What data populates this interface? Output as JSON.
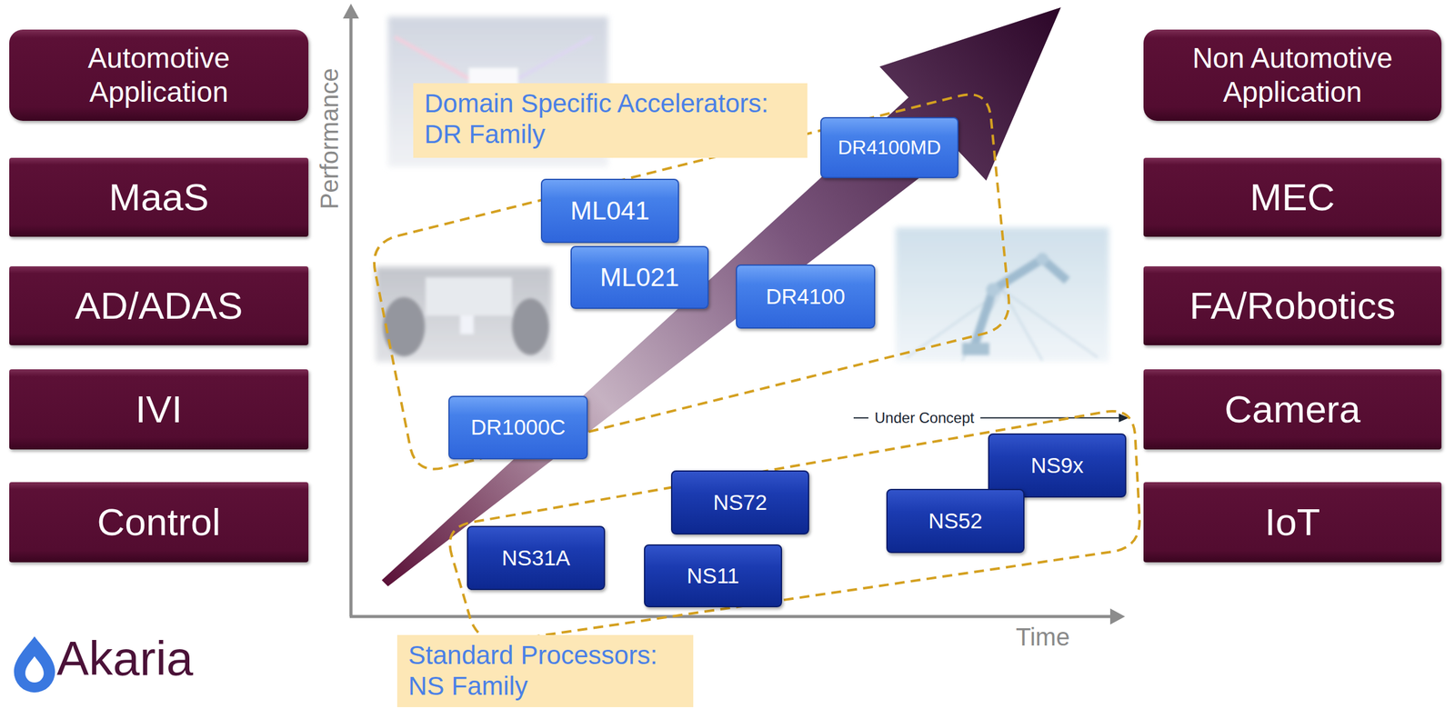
{
  "diagram": {
    "nodes": [
      {
        "text": [
          "Automotive Application"
        ]
      },
      {
        "text": [
          "MaaS"
        ]
      },
      {
        "text": [
          "AD/ADAS"
        ]
      },
      {
        "text": [
          "IVI"
        ]
      },
      {
        "text": [
          "Control"
        ]
      },
      {
        "text": [
          "Domain Specific Accelerators: DR Family"
        ]
      },
      {
        "text": [
          "DR4100MD"
        ],
        "in": 5
      },
      {
        "text": [
          "ML041"
        ],
        "in": 5
      },
      {
        "text": [
          "ML021"
        ],
        "in": 5
      },
      {
        "text": [
          "DR4100"
        ],
        "in": 5
      },
      {
        "text": [
          "DR1000C"
        ],
        "in": 5
      },
      {
        "text": [
          "Standard Processors: NS Family"
        ]
      },
      {
        "text": [
          "NS72"
        ],
        "in": 11
      },
      {
        "text": [
          "NS9x"
        ],
        "in": 11
      },
      {
        "text": [
          "NS52"
        ],
        "in": 11
      },
      {
        "text": [
          "NS31A"
        ],
        "in": 11
      },
      {
        "text": [
          "NS11"
        ],
        "in": 11
      },
      {
        "text": [
          "Non Automotive Application"
        ]
      },
      {
        "text": [
          "MEC"
        ]
      },
      {
        "text": [
          "FA/Robotics"
        ]
      },
      {
        "text": [
          "Camera"
        ]
      },
      {
        "text": [
          "IoT"
        ]
      }
    ],
    "labels": [
      "Performance",
      "Under Concept",
      "Time",
      "Akaria"
    ]
  }
}
